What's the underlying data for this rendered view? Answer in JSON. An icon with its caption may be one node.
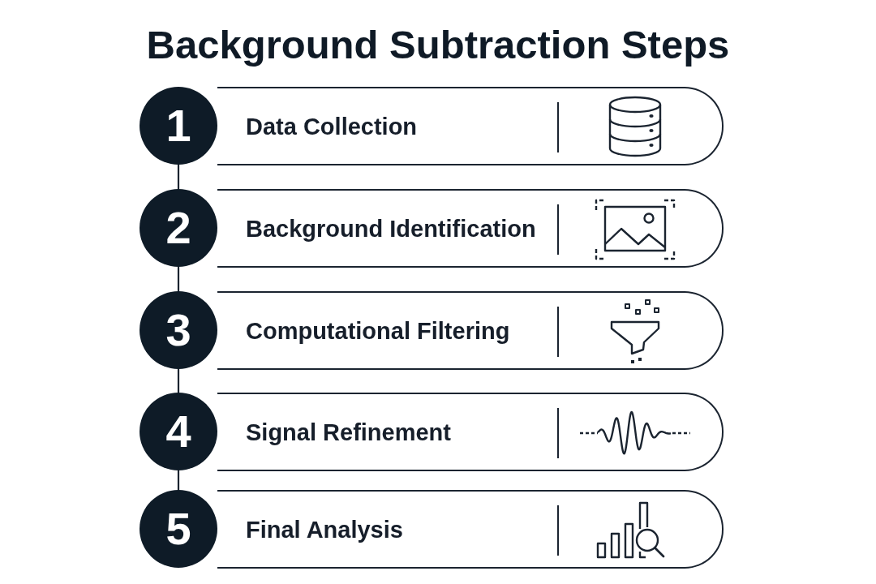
{
  "diagram": {
    "title": "Background Subtraction Steps",
    "nodes": [
      {
        "text": [
          "1"
        ]
      },
      {
        "text": [
          "Data Collection"
        ]
      },
      {
        "text": [
          "2"
        ]
      },
      {
        "text": [
          "Background Identification"
        ]
      },
      {
        "text": [
          "3"
        ]
      },
      {
        "text": [
          "Computational Filtering"
        ]
      },
      {
        "text": [
          "4"
        ]
      },
      {
        "text": [
          "Signal Refinement"
        ]
      },
      {
        "text": [
          "5"
        ]
      },
      {
        "text": [
          "Final Analysis"
        ]
      }
    ],
    "edges": [
      {
        "from": 0,
        "to": 2,
        "arrow": "none"
      },
      {
        "from": 2,
        "to": 4,
        "arrow": "none"
      },
      {
        "from": 4,
        "to": 6,
        "arrow": "none"
      },
      {
        "from": 6,
        "to": 8,
        "arrow": "none"
      }
    ]
  }
}
